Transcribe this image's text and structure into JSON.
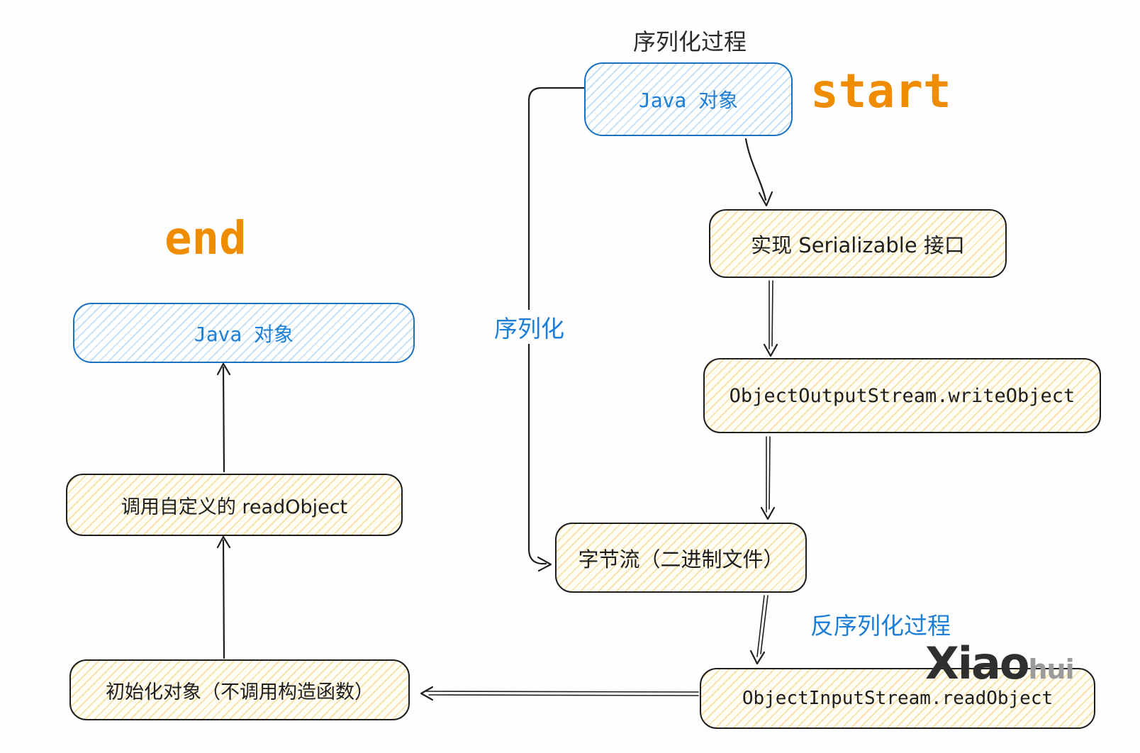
{
  "diagram": {
    "title": "序列化过程",
    "labels": {
      "start": "start",
      "end": "end",
      "serialize": "序列化",
      "deserialize_process": "反序列化过程"
    },
    "nodes": {
      "java_object_top": "Java 对象",
      "impl_serializable": "实现 Serializable 接口",
      "oos_write": "ObjectOutputStream.writeObject",
      "byte_stream": "字节流（二进制文件）",
      "ois_read": "ObjectInputStream.readObject",
      "init_object": "初始化对象（不调用构造函数）",
      "call_readobject": "调用自定义的 readObject",
      "java_object_end": "Java 对象"
    },
    "watermark": {
      "bold": "Xiao",
      "light": "hui"
    },
    "colors": {
      "node_stroke_blue": "#1971c2",
      "node_stroke_black": "#1e1e1e",
      "label_blue": "#1c7ed6",
      "label_orange": "#f08c00",
      "fill_blue_hatch": "#a5d8ff",
      "fill_yellow_hatch": "#ffec99",
      "watermark_gray": "#9b9b9b"
    }
  }
}
